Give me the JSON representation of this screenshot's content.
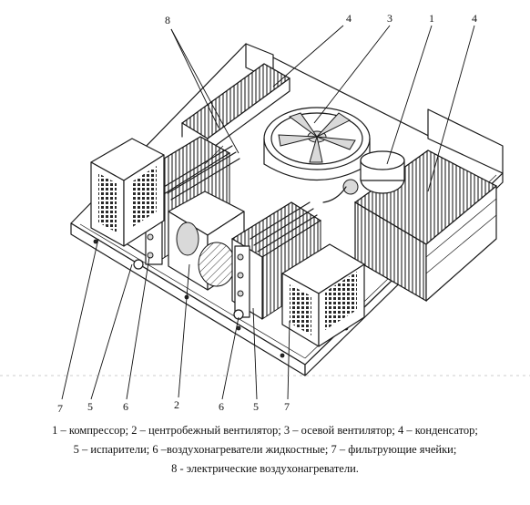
{
  "callouts": {
    "c8_top": "8",
    "c4_left": "4",
    "c3_top": "3",
    "c1_top": "1",
    "c4_right": "4",
    "c7_left": "7",
    "c5_left": "5",
    "c6_left": "6",
    "c2_bottom": "2",
    "c6_right": "6",
    "c5_right": "5",
    "c7_right": "7"
  },
  "caption": {
    "line1": "1 – компрессор; 2 – центробежный вентилятор; 3 – осевой вентилятор; 4 – конденсатор;",
    "line2": "5 – испарители; 6 –воздухонагреватели жидкостные; 7 – фильтрующие ячейки;",
    "line3": "8 - электрические воздухонагреватели."
  }
}
